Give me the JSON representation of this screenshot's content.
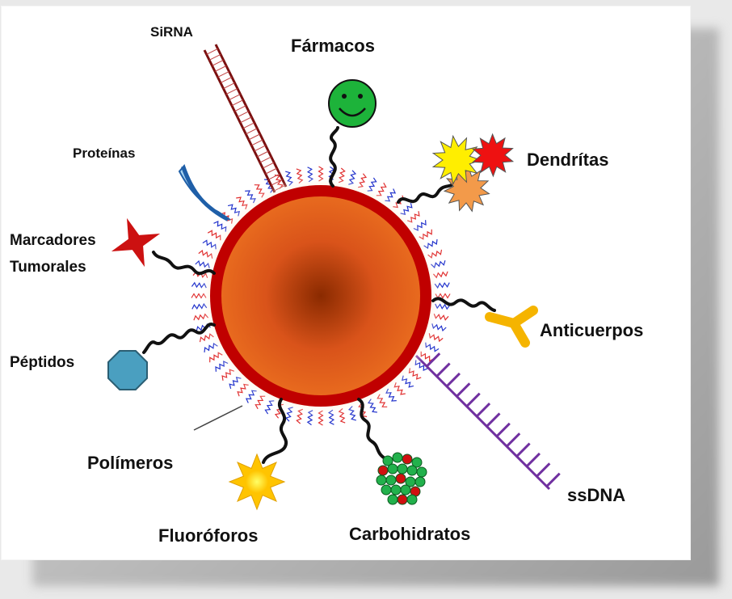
{
  "labels": {
    "sirna": "SiRNA",
    "farmacos": "Fármacos",
    "proteinas": "Proteínas",
    "dendritas": "Dendrítas",
    "marcadores": "Marcadores",
    "tumorales": "Tumorales",
    "anticuerpos": "Anticuerpos",
    "peptidos": "Péptidos",
    "polimeros": "Polímeros",
    "ssdna": "ssDNA",
    "fluoroforos": "Fluoróforos",
    "carbohidratos": "Carbohidratos"
  },
  "colors": {
    "core_outer": "#c00000",
    "core_inner": "#8a2a00",
    "core_mid": "#e0631a",
    "halo": "#ffd9a0",
    "sirna": "#7a1010",
    "drug": "#1db33a",
    "antibody": "#f5b400",
    "peptide": "#4a9fc0",
    "ssdna": "#7030a0",
    "fluorophore": "#ffd000",
    "carb_green": "#22b14c",
    "carb_red": "#d01010",
    "tumor_marker": "#cc1111",
    "protein": "#1f5fa8",
    "dendrite_yellow": "#ffee00",
    "dendrite_red": "#ee1111",
    "dendrite_orange": "#f39a4a"
  },
  "icons": [
    "smiley-drug-icon",
    "star-tumor-marker-icon",
    "octagon-peptide-icon",
    "sun-fluorophore-icon",
    "y-antibody-icon",
    "spiky-dendrite-icon",
    "cluster-carbohydrate-icon"
  ]
}
